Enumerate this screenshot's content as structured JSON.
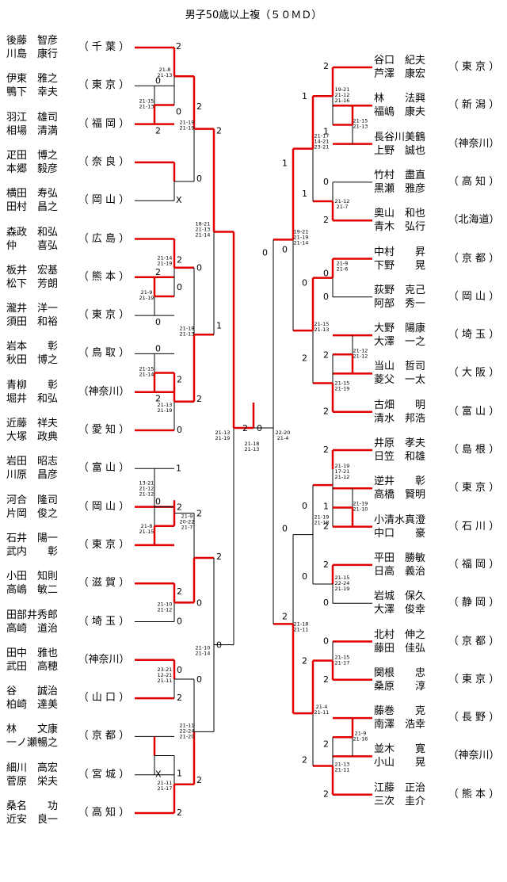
{
  "title": "男子50歳以上複（５０ＭＤ）",
  "left_entries": [
    {
      "p1": "後藤　智彦",
      "p2": "川島　康行",
      "pref": "（ 千 葉 ）"
    },
    {
      "p1": "伊東　雅之",
      "p2": "鴨下　幸夫",
      "pref": "（ 東 京 ）"
    },
    {
      "p1": "羽江　雄司",
      "p2": "相場　清満",
      "pref": "（ 福 岡 ）"
    },
    {
      "p1": "疋田　博之",
      "p2": "本郷　毅彦",
      "pref": "（ 奈 良 ）"
    },
    {
      "p1": "横田　寿弘",
      "p2": "田村　昌之",
      "pref": "（ 岡 山 ）"
    },
    {
      "p1": "森政　和弘",
      "p2": "仲　　喜弘",
      "pref": "（ 広 島 ）"
    },
    {
      "p1": "板井　宏基",
      "p2": "松下　芳朗",
      "pref": "（ 熊 本 ）"
    },
    {
      "p1": "瀧井　洋一",
      "p2": "須田　和裕",
      "pref": "（ 東 京 ）"
    },
    {
      "p1": "岩本　　彰",
      "p2": "秋田　博之",
      "pref": "（ 鳥 取 ）"
    },
    {
      "p1": "青柳　　彰",
      "p2": "堀井　和弘",
      "pref": "（神奈川）"
    },
    {
      "p1": "近藤　祥夫",
      "p2": "大塚　政典",
      "pref": "（ 愛 知 ）"
    },
    {
      "p1": "岩田　昭志",
      "p2": "川原　昌彦",
      "pref": "（ 富 山 ）"
    },
    {
      "p1": "河合　隆司",
      "p2": "片岡　俊之",
      "pref": "（ 岡 山 ）"
    },
    {
      "p1": "石井　陽一",
      "p2": "武内　　彰",
      "pref": "（ 東 京 ）"
    },
    {
      "p1": "小田　知則",
      "p2": "高嶋　敏二",
      "pref": "（ 滋 賀 ）"
    },
    {
      "p1": "田部井秀郎",
      "p2": "高崎　道治",
      "pref": "（ 埼 玉 ）"
    },
    {
      "p1": "田中　雅也",
      "p2": "武田　高穂",
      "pref": "（神奈川）"
    },
    {
      "p1": "谷　　誠治",
      "p2": "柏崎　達美",
      "pref": "（ 山 口 ）"
    },
    {
      "p1": "林　　文康",
      "p2": "一ノ瀬暢之",
      "pref": "（ 京 都 ）"
    },
    {
      "p1": "細川　高宏",
      "p2": "菅原　栄夫",
      "pref": "（ 宮 城 ）"
    },
    {
      "p1": "桑名　　功",
      "p2": "近安　良一",
      "pref": "（ 高 知 ）"
    }
  ],
  "right_entries": [
    {
      "p1": "谷口　紀夫",
      "p2": "芦澤　康宏",
      "pref": "（ 東 京 ）"
    },
    {
      "p1": "林　　法興",
      "p2": "福嶋　康夫",
      "pref": "（ 新 潟 ）"
    },
    {
      "p1": "長谷川美鶴",
      "p2": "上野　誠也",
      "pref": "（神奈川）"
    },
    {
      "p1": "竹村　盡直",
      "p2": "黒瀬　雅彦",
      "pref": "（ 高 知 ）"
    },
    {
      "p1": "奥山　和也",
      "p2": "青木　弘行",
      "pref": "（北海道）"
    },
    {
      "p1": "中村　　昇",
      "p2": "下野　　晃",
      "pref": "（ 京 都 ）"
    },
    {
      "p1": "荻野　克己",
      "p2": "阿部　秀一",
      "pref": "（ 岡 山 ）"
    },
    {
      "p1": "大野　陽康",
      "p2": "大澤　一之",
      "pref": "（ 埼 玉 ）"
    },
    {
      "p1": "当山　哲司",
      "p2": "菱父　一太",
      "pref": "（ 大 阪 ）"
    },
    {
      "p1": "古畑　　明",
      "p2": "清水　邦浩",
      "pref": "（ 富 山 ）"
    },
    {
      "p1": "井原　孝夫",
      "p2": "日笠　和雄",
      "pref": "（ 島 根 ）"
    },
    {
      "p1": "逆井　　彰",
      "p2": "高橋　賢明",
      "pref": "（ 東 京 ）"
    },
    {
      "p1": "小清水真澄",
      "p2": "中口　　豪",
      "pref": "（ 石 川 ）"
    },
    {
      "p1": "平田　勝敏",
      "p2": "日高　義治",
      "pref": "（ 福 岡 ）"
    },
    {
      "p1": "岩城　保久",
      "p2": "大澤　俊幸",
      "pref": "（ 静 岡 ）"
    },
    {
      "p1": "北村　伸之",
      "p2": "藤田　佳弘",
      "pref": "（ 京 都 ）"
    },
    {
      "p1": "関根　　忠",
      "p2": "桑原　　淳",
      "pref": "（ 東 京 ）"
    },
    {
      "p1": "藤巻　　克",
      "p2": "南澤　浩幸",
      "pref": "（ 長 野 ）"
    },
    {
      "p1": "並木　　寛",
      "p2": "小山　　晃",
      "pref": "（神奈川）"
    },
    {
      "p1": "江藤　正治",
      "p2": "三次　圭介",
      "pref": "（ 熊 本 ）"
    }
  ],
  "bracket": {
    "l_game_scores": [
      {
        "s1": "2",
        "s2": "0",
        "set": [
          "21-8",
          "21-13"
        ]
      },
      {
        "s1": "0",
        "s2": "2",
        "set": [
          "21-15",
          "21-13"
        ]
      },
      {
        "s1": "2",
        "s2": "0",
        "set": [
          "21-19",
          "21-19"
        ]
      },
      {
        "s1": "",
        "s2": "X",
        "set": []
      },
      {
        "s1": "2",
        "s2": "0",
        "set": [
          "21-14",
          "21-19"
        ]
      },
      {
        "s1": "2",
        "s2": "0",
        "set": [
          "21-9",
          "21-19"
        ]
      },
      {
        "s1": "0",
        "s2": "2",
        "set": [
          "21-15",
          "21-14"
        ]
      },
      {
        "s1": "2",
        "s2": "0",
        "set": [
          "21-13",
          "21-19"
        ]
      },
      {
        "s1": "1",
        "s2": "",
        "set": []
      },
      {
        "s1": "0",
        "s2": "2",
        "set": [
          "13-21",
          "21-12",
          "21-12"
        ]
      },
      {
        "s1": "0",
        "s2": "2",
        "set": [
          "21-8",
          "21-15"
        ]
      },
      {
        "s1": "2",
        "s2": "0",
        "set": [
          "21-9",
          "20-22",
          "21-7"
        ]
      },
      {
        "s1": "2",
        "s2": "0",
        "set": [
          "21-10",
          "21-12"
        ]
      },
      {
        "s1": "0",
        "s2": "2",
        "set": [
          "23-21",
          "12-21",
          "21-11"
        ]
      },
      {
        "s1": "",
        "s2": "X",
        "set": []
      },
      {
        "s1": "0",
        "s2": "1",
        "set": [
          "21-11",
          "21-17"
        ]
      }
    ],
    "r_game_scores": [
      {
        "s1": "2",
        "s2": "1",
        "set": [
          "19-21",
          "21-12",
          "21-16"
        ]
      },
      {
        "s1": "0",
        "s2": "2",
        "set": [
          "21-15",
          "21-13"
        ]
      },
      {
        "s1": "1",
        "s2": "2",
        "set": [
          "21-17",
          "14-21",
          "23-21"
        ]
      },
      {
        "s1": "0",
        "s2": "2",
        "set": [
          "21-12",
          "21-7"
        ]
      },
      {
        "s1": "2",
        "s2": "0",
        "set": [
          "21-9",
          "21-6"
        ]
      },
      {
        "s1": "0",
        "s2": "2",
        "set": [
          "21-12",
          "21-12"
        ]
      },
      {
        "s1": "2",
        "s2": "0",
        "set": [
          "21-15",
          "21-13"
        ]
      },
      {
        "s1": "2",
        "s2": "0",
        "set": [
          "21-15",
          "21-19"
        ]
      },
      {
        "s1": "2",
        "s2": "1",
        "set": [
          "21-19",
          "17-21",
          "21-12"
        ]
      },
      {
        "s1": "0",
        "s2": "2",
        "set": [
          "21-19",
          "21-10"
        ]
      },
      {
        "s1": "0",
        "s2": "2",
        "set": [
          "21-19",
          "21-18"
        ]
      },
      {
        "s1": "2",
        "s2": "0",
        "set": [
          "21-15",
          "22-24",
          "21-19"
        ]
      },
      {
        "s1": "0",
        "s2": "2",
        "set": [
          "21-15",
          "21-17"
        ]
      },
      {
        "s1": "2",
        "s2": "0",
        "set": [
          "21-9",
          "21-16"
        ]
      },
      {
        "s1": "2",
        "s2": "0",
        "set": [
          "21-4",
          "21-11"
        ]
      },
      {
        "s1": "2",
        "s2": "0",
        "set": [
          "21-13",
          "21-11"
        ]
      }
    ],
    "semi_scores": {
      "l_top": {
        "s1": "2",
        "s2": "2",
        "set": [
          "18-21",
          "21-13",
          "21-14"
        ]
      },
      "l_bot": {
        "s1": "2",
        "s2": "0",
        "set": [
          "21-10",
          "21-14"
        ]
      },
      "r_top": {
        "s1": "1",
        "s2": "0",
        "set": [
          "19-21",
          "21-19",
          "21-14"
        ]
      },
      "r_bot": {
        "s1": "2",
        "s2": "2",
        "set": [
          "21-18",
          "21-11"
        ]
      }
    },
    "final": {
      "l_score": "2",
      "r_score": "0",
      "set_l": [
        "21-13",
        "21-19"
      ],
      "set_c": [
        "21-18",
        "21-13"
      ],
      "set_r": [
        "22-20",
        "21-4"
      ]
    }
  }
}
